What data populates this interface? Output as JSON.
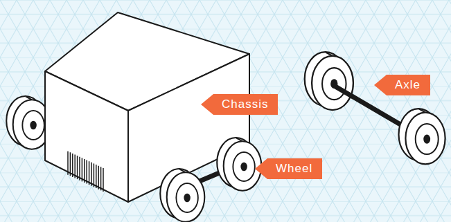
{
  "diagram": {
    "labels": [
      "Chassis",
      "Axle",
      "Wheel"
    ]
  }
}
